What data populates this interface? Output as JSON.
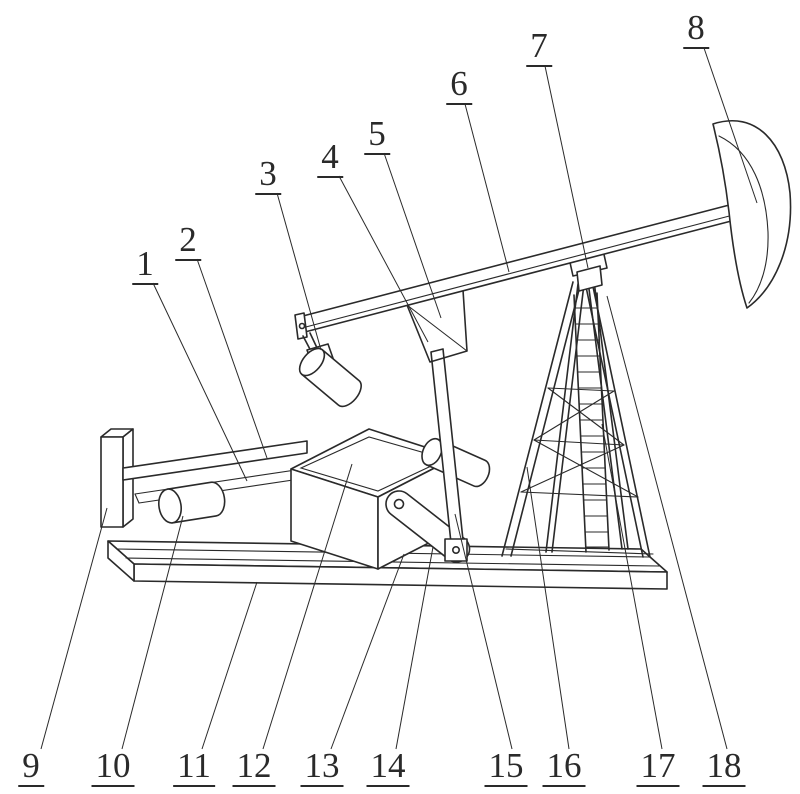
{
  "figure": {
    "labels": [
      "1",
      "2",
      "3",
      "4",
      "5",
      "6",
      "7",
      "8",
      "9",
      "10",
      "11",
      "12",
      "13",
      "14",
      "15",
      "16",
      "17",
      "18"
    ]
  },
  "colors": {
    "line": "#2a2a2a",
    "background": "#ffffff"
  }
}
